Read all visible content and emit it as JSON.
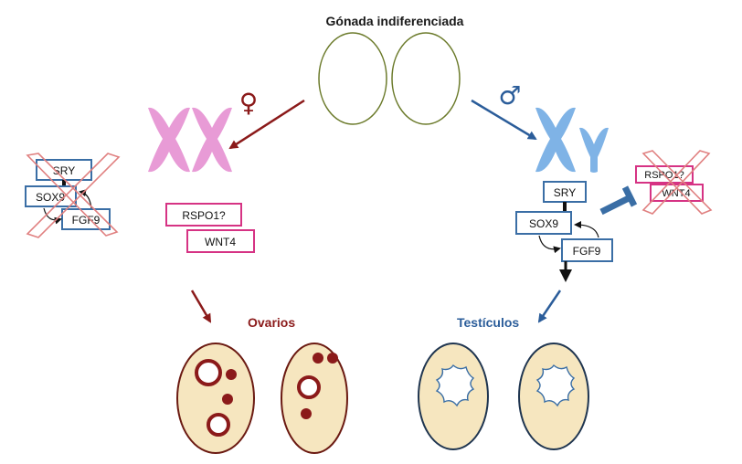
{
  "title": "Gónada indiferenciada",
  "symbols": {
    "female": "♀",
    "male": "♂"
  },
  "labels": {
    "ovaries": "Ovarios",
    "testes": "Testículos"
  },
  "left_crossed_genes": {
    "sry": "SRY",
    "sox9": "SOX9",
    "fgf9": "FGF9"
  },
  "female_genes": {
    "rspo1": "RSPO1?",
    "wnt4": "WNT4"
  },
  "male_genes": {
    "sry": "SRY",
    "sox9": "SOX9",
    "fgf9": "FGF9"
  },
  "right_crossed_genes": {
    "rspo1": "RSPO1?",
    "wnt4": "WNT4"
  },
  "colors": {
    "female": "#8b1a1a",
    "male": "#2b5d9a",
    "pink_box": "#d63384",
    "blue_box": "#3a6ea5",
    "xx_chrom": "#e89bd6",
    "xy_chrom": "#7fb3e6",
    "gonad_outline": "#6b7a2a",
    "cross": "#e08080",
    "tissue": "#f6e6bf"
  }
}
